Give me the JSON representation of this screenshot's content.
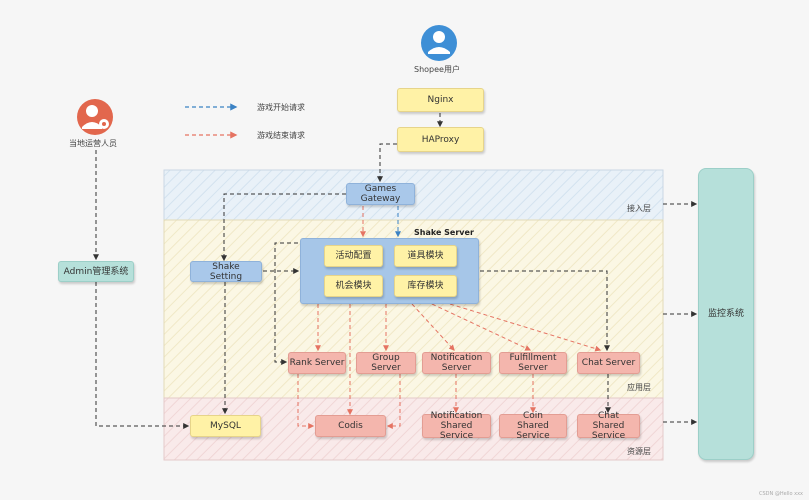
{
  "users": {
    "shopee_user": "Shopee用户",
    "local_operator": "当地运营人员"
  },
  "legend": {
    "start_request": "游戏开始请求",
    "end_request": "游戏结束请求",
    "start_color": "#3b82c4",
    "end_color": "#e57362"
  },
  "layers": {
    "access": "接入层",
    "application": "应用层",
    "resource": "资源层"
  },
  "nodes": {
    "nginx": "Nginx",
    "haproxy": "HAProxy",
    "games_gateway": "Games\nGateway",
    "admin": "Admin管理系统",
    "shake_setting": "Shake\nSetting",
    "shake_server": "Shake Server",
    "activity_config": "活动配置",
    "item_module": "道具模块",
    "opportunity_module": "机会模块",
    "inventory_module": "库存模块",
    "rank_server": "Rank Server",
    "group_server": "Group Server",
    "notification_server": "Notification\nServer",
    "fulfillment_server": "Fulfillment\nServer",
    "chat_server": "Chat Server",
    "mysql": "MySQL",
    "codis": "Codis",
    "notification_shared": "Notification\nShared Service",
    "coin_shared": "Coin\nShared Service",
    "chat_shared": "Chat\nShared Service",
    "monitoring": "监控系统"
  },
  "watermark": "CSDN @Hello xxx"
}
